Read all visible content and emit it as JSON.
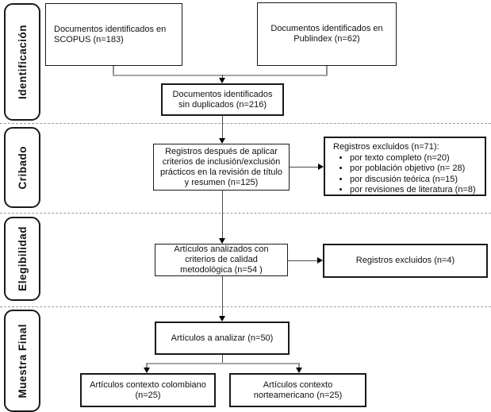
{
  "diagram": {
    "stages": [
      "Identificación",
      "Cribado",
      "Elegibilidad",
      "Muestra Final"
    ],
    "boxes": {
      "scopus": "Documentos identificados en\nSCOPUS (n=183)",
      "publindex": "Documentos identificados en\nPublindex (n=62)",
      "sin_duplicados": "Documentos identificados\nsin duplicados (n=216)",
      "criterios_inclusion": "Registros después de aplicar\ncriterios de inclusión/exclusión\nprácticos en la revisión de título\ny resumen (n=125)",
      "excluidos_71": {
        "title": "Registros excluidos (n=71):",
        "items": [
          "por texto completo (n=20)",
          "por población objetivo (n= 28)",
          "por discusión teórica (n=15)",
          "por revisiones de literatura (n=8)"
        ]
      },
      "calidad_metodologica": "Artículos analizados con\ncriterios de calidad\nmetodológica (n=54 )",
      "excluidos_4": "Registros excluidos (n=4)",
      "a_analizar": "Artículos a analizar (n=50)",
      "contexto_colombiano": "Artículos contexto colombiano\n(n=25)",
      "contexto_norteamericano": "Artículos contexto\nnorteamericano (n=25)"
    },
    "colors": {
      "border": "#1a1a1a",
      "connector": "#4a4a4a",
      "elbow_gray": "#a6a6a6",
      "dashed_separator": "#9a9a9a"
    }
  }
}
